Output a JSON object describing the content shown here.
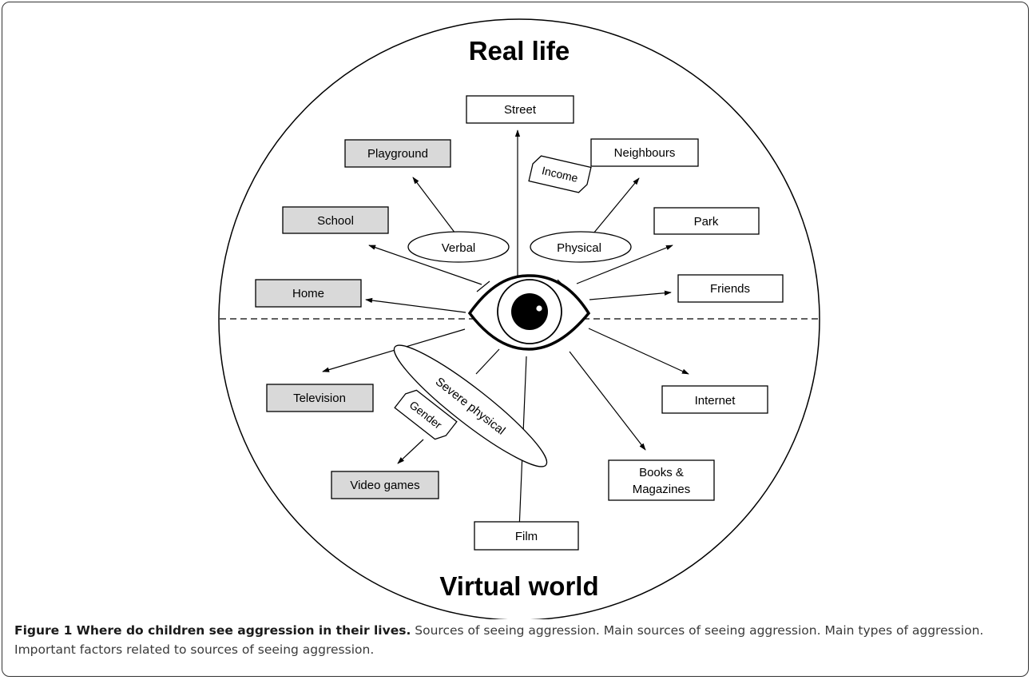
{
  "figure": {
    "real_life_label": "Real life",
    "virtual_world_label": "Virtual world",
    "sources_real": {
      "street": "Street",
      "playground": "Playground",
      "neighbours": "Neighbours",
      "school": "School",
      "park": "Park",
      "home": "Home",
      "friends": "Friends"
    },
    "sources_virtual": {
      "television": "Television",
      "internet": "Internet",
      "video_games": "Video games",
      "books_line1": "Books &",
      "books_line2": "Magazines",
      "film": "Film"
    },
    "types": {
      "verbal": "Verbal",
      "physical": "Physical",
      "severe_physical": "Severe physical"
    },
    "factors": {
      "income": "Income",
      "gender": "Gender"
    },
    "colors": {
      "main_source_fill": "#d9d9d9",
      "box_fill": "#ffffff",
      "stroke": "#000000"
    }
  },
  "caption": {
    "lead": "Figure 1 Where do children see aggression in their lives.",
    "text": " Sources of seeing aggression. Main sources of seeing aggression. Main types of aggression. Important factors related to sources of seeing aggression."
  }
}
